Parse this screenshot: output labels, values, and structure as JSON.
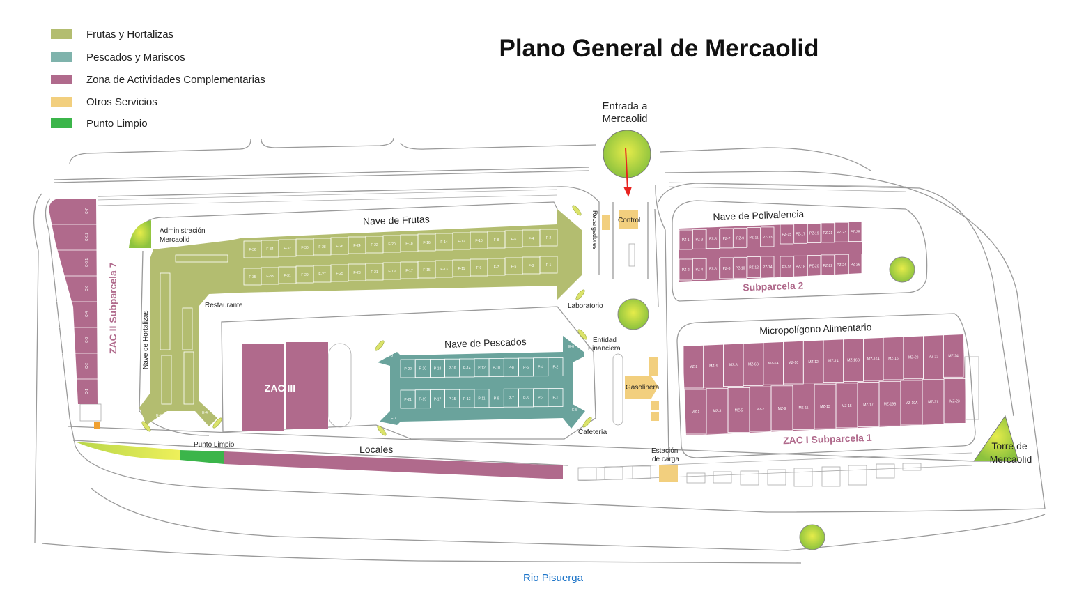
{
  "title": "Plano General de Mercaolid",
  "legend": [
    {
      "label": "Frutas y Hortalizas",
      "color": "#b3bd70"
    },
    {
      "label": "Pescados y Mariscos",
      "color": "#7fb3ac"
    },
    {
      "label": "Zona de Actividades Complementarias",
      "color": "#b06a8c"
    },
    {
      "label": "Otros Servicios",
      "color": "#f2cf7e"
    },
    {
      "label": "Punto Limpio",
      "color": "#3bb54a"
    }
  ],
  "colors": {
    "frutas": "#b3bd70",
    "pescados": "#6aa39c",
    "zac": "#b06a8c",
    "servicios": "#f2cf7e",
    "punto_limpio": "#3bb54a",
    "arrow": "#e8231f",
    "river": "#1a73c8"
  },
  "labels": {
    "entrada_1": "Entrada a",
    "entrada_2": "Mercaolid",
    "nave_frutas": "Nave de Frutas",
    "admin_1": "Administración",
    "admin_2": "Mercaolid",
    "restaurante": "Restaurante",
    "nave_hortalizas": "Nave de Hortalizas",
    "zac2": "ZAC II Subparcela 7",
    "zac3": "ZAC III",
    "nave_pescados": "Nave de Pescados",
    "laboratorio": "Laboratorio",
    "entidad_1": "Entidad",
    "entidad_2": "Financiera",
    "cafeteria": "Cafetería",
    "gasolinera": "Gasolinera",
    "estacion_1": "Estación",
    "estacion_2": "de carga",
    "control": "Control",
    "recargadores": "Recargadores",
    "punto_limpio": "Punto Limpio",
    "locales": "Locales",
    "nave_polivalencia": "Nave de Polivalencia",
    "subparcela2": "Subparcela 2",
    "micropoligono": "Micropolígono Alimentario",
    "zac1": "ZAC I Subparcela 1",
    "torre_1": "Torre de",
    "torre_2": "Mercaolid",
    "rio": "Rio Pisuerga"
  },
  "frutas_top": [
    "F-36",
    "F-34",
    "F-32",
    "F-30",
    "F-28",
    "F-26",
    "F-24",
    "F-22",
    "F-20",
    "F-18",
    "F-16",
    "F-14",
    "F-12",
    "F-10",
    "F-8",
    "F-6",
    "F-4",
    "F-2"
  ],
  "frutas_bottom": [
    "F-35",
    "F-33",
    "F-31",
    "F-29",
    "F-27",
    "F-25",
    "F-23",
    "F-21",
    "F-19",
    "F-17",
    "F-15",
    "F-13",
    "F-11",
    "F-9",
    "F-7",
    "F-5",
    "F-3",
    "F-1"
  ],
  "pescados_top": [
    "P-22",
    "P-20",
    "P-18",
    "P-16",
    "P-14",
    "P-12",
    "P-10",
    "P-8",
    "P-6",
    "P-4",
    "P-2"
  ],
  "pescados_bottom": [
    "P-21",
    "P-19",
    "P-17",
    "P-15",
    "P-13",
    "P-11",
    "P-9",
    "P-7",
    "P-5",
    "P-3",
    "P-1"
  ],
  "pescados_ends": [
    "E-8",
    "E-6",
    "E-7",
    "E-5"
  ],
  "hortalizas_ends": [
    "E-3",
    "E-4"
  ],
  "polivalencia_top": [
    "PZ-1",
    "PZ-3",
    "PZ-5",
    "PZ-7",
    "PZ-9",
    "PZ-11",
    "PZ-13",
    "PZ-15",
    "PZ-17",
    "PZ-19",
    "PZ-21",
    "PZ-23",
    "PZ-25"
  ],
  "polivalencia_bottom": [
    "PZ-2",
    "PZ-4",
    "PZ-6",
    "PZ-8",
    "PZ-10",
    "PZ-12",
    "PZ-14",
    "PZ-16",
    "PZ-18",
    "PZ-20",
    "PZ-22",
    "PZ-24",
    "PZ-26"
  ],
  "micro_top": [
    "MZ-2",
    "MZ-4",
    "MZ-6",
    "MZ-6B",
    "MZ-6A",
    "MZ-10",
    "MZ-12",
    "MZ-14",
    "MZ-16B",
    "MZ-16A",
    "MZ-16",
    "MZ-20",
    "MZ-22",
    "MZ-24"
  ],
  "micro_bottom": [
    "MZ-1",
    "MZ-3",
    "MZ-5",
    "MZ-7",
    "MZ-9",
    "MZ-11",
    "MZ-13",
    "MZ-15",
    "MZ-17",
    "MZ-19B",
    "MZ-19A",
    "MZ-21",
    "MZ-23"
  ],
  "zac2_cells": [
    "C-7",
    "C-6.2",
    "C-6.1",
    "C-6",
    "C-4",
    "C-3",
    "C-2",
    "C-1"
  ]
}
